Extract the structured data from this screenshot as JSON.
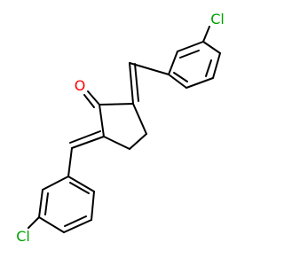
{
  "molecule": {
    "atom_labels": {
      "oxygen": "O",
      "chlorine_top": "Cl",
      "chlorine_bottom": "Cl"
    },
    "colors": {
      "bond": "#000000",
      "oxygen": "#ff0000",
      "chlorine": "#00a000",
      "background": "#ffffff"
    }
  }
}
